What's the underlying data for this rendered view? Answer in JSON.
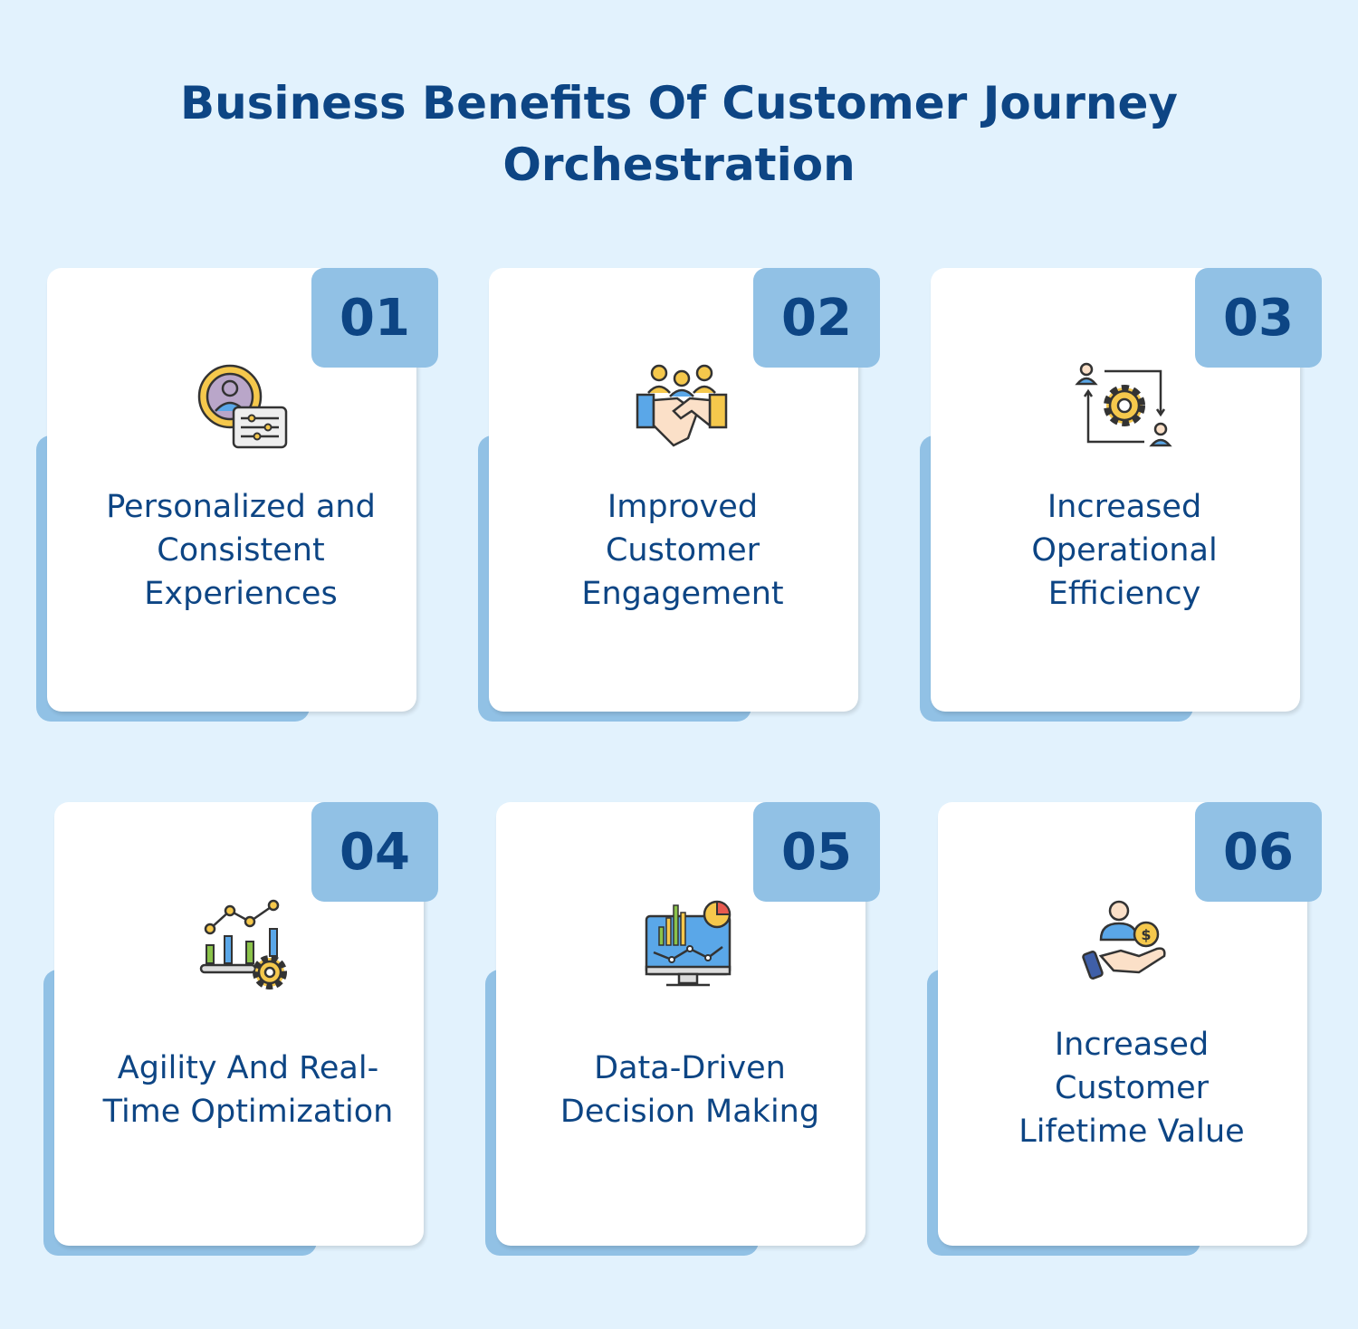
{
  "title": {
    "line1": "Business Benefits Of Customer Journey",
    "line2": "Orchestration"
  },
  "colors": {
    "background": "#e2f2fd",
    "primary_text": "#0d4584",
    "badge": "#91c1e5",
    "card": "#ffffff"
  },
  "cards": [
    {
      "number": "01",
      "icon": "user-settings-icon",
      "lines": [
        "Personalized and",
        "Consistent",
        "Experiences"
      ]
    },
    {
      "number": "02",
      "icon": "handshake-team-icon",
      "lines": [
        "Improved",
        "Customer",
        "Engagement"
      ]
    },
    {
      "number": "03",
      "icon": "gear-workflow-icon",
      "lines": [
        "Increased",
        "Operational",
        "Efficiency"
      ]
    },
    {
      "number": "04",
      "icon": "growth-gear-icon",
      "lines": [
        "Agility And Real-",
        "Time Optimization"
      ]
    },
    {
      "number": "05",
      "icon": "analytics-monitor-icon",
      "lines": [
        "Data-Driven",
        "Decision Making"
      ]
    },
    {
      "number": "06",
      "icon": "hand-customer-dollar-icon",
      "lines": [
        "Increased",
        "Customer",
        "Lifetime Value"
      ]
    }
  ]
}
